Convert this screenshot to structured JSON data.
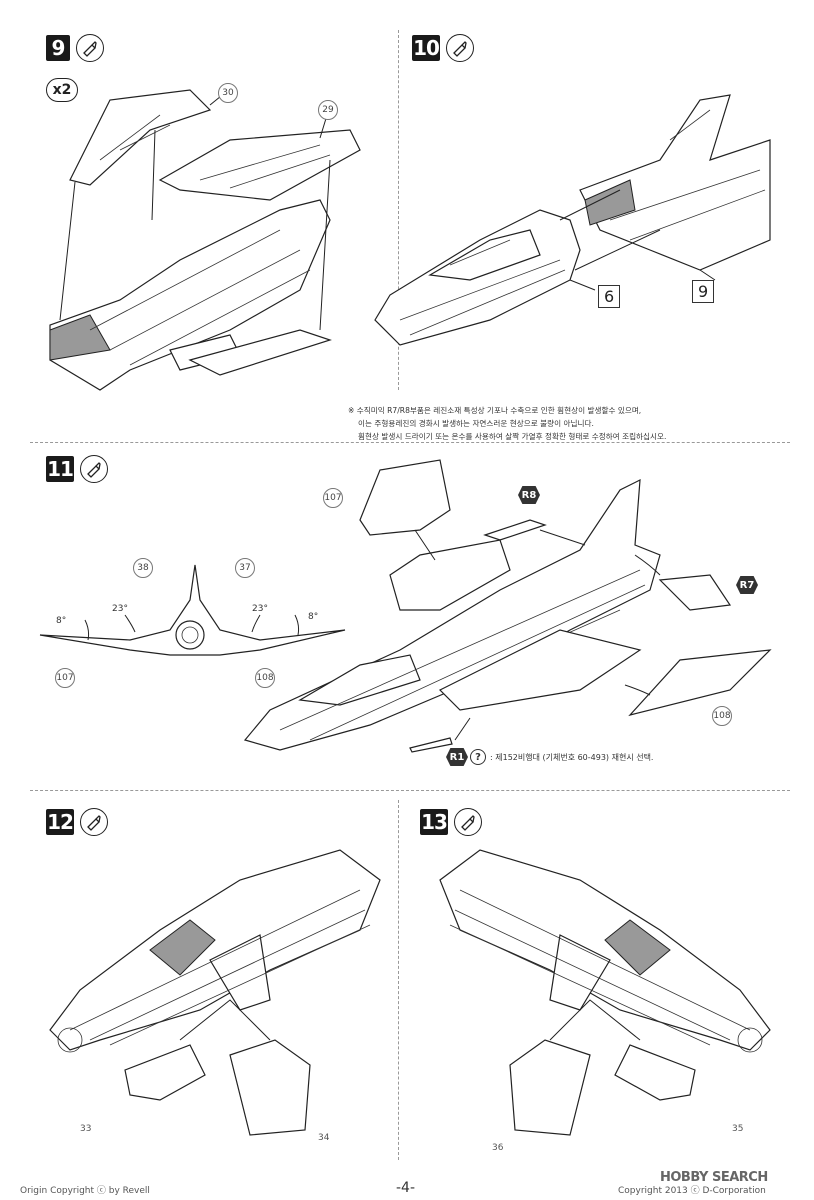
{
  "steps": {
    "s9": {
      "number": "9",
      "multiplier": "x2",
      "parts": [
        "30",
        "29"
      ]
    },
    "s10": {
      "number": "10",
      "parts": [
        "6",
        "9"
      ]
    },
    "s11": {
      "number": "11",
      "parts": [
        "107",
        "38",
        "37",
        "108",
        "107",
        "108"
      ],
      "hex_parts": [
        "R8",
        "R7",
        "R1"
      ],
      "angles": [
        "8°",
        "23°",
        "23°",
        "8°"
      ]
    },
    "s12": {
      "number": "12",
      "parts": [
        "33",
        "34"
      ]
    },
    "s13": {
      "number": "13",
      "parts": [
        "36",
        "35"
      ]
    }
  },
  "notes": {
    "warning_line1": "※ 수직미익 R7/R8부품은 레진소재 특성상 기포나 수축으로 인한 휨현상이 발생할수 있으며,",
    "warning_line2": "이는 주형용레진의 경화시 발생하는 자연스러운 현상으로 불량이 아닙니다.",
    "warning_line3": "휨현상 발생시 드라이기 또는 온수를 사용하여 살짝 가열후 정확한 형태로 수정하여 조립하십시오.",
    "r1_note": ": 제152비행대 (기체번호 60-493) 재현시 선택."
  },
  "footer": {
    "left": "Origin Copyright ⓒ by Revell",
    "page": "-4-",
    "right": "Copyright 2013 ⓒ D-Corporation",
    "watermark": "HOBBY SEARCH"
  },
  "icons": {
    "glue": "glue-tube-icon",
    "question": "question-icon"
  }
}
